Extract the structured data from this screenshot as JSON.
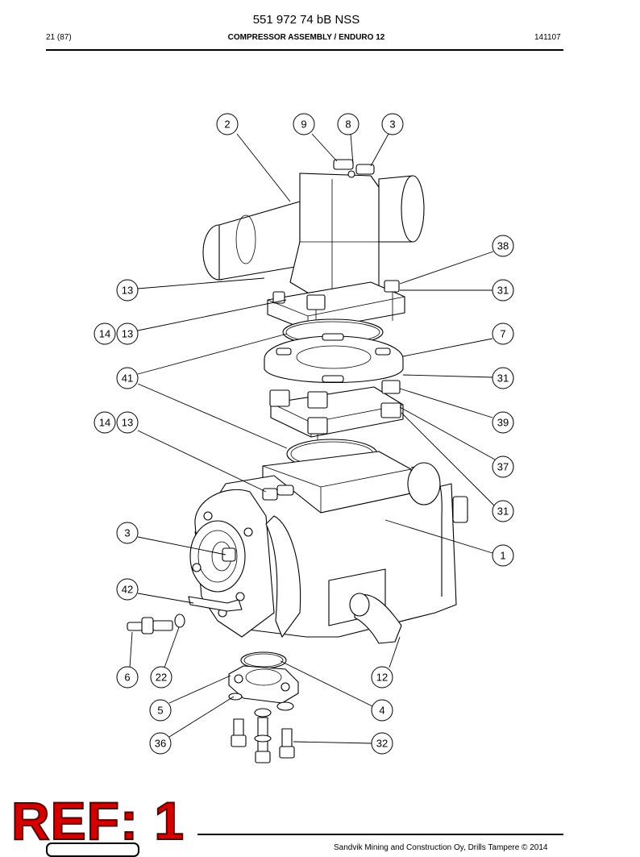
{
  "header": {
    "doc_number": "551 972 74 bB NSS",
    "page": "21 (87)",
    "title": "COMPRESSOR ASSEMBLY / ENDURO 12",
    "date_code": "141107"
  },
  "callouts": {
    "c2": "2",
    "c9": "9",
    "c8": "8",
    "c3_top": "3",
    "c38": "38",
    "c13_a": "13",
    "c31_a": "31",
    "c14_a": "14",
    "c13_b": "13",
    "c7": "7",
    "c41": "41",
    "c31_b": "31",
    "c14_b": "14",
    "c13_c": "13",
    "c39": "39",
    "c37": "37",
    "c31_c": "31",
    "c3_left": "3",
    "c1": "1",
    "c42": "42",
    "c6": "6",
    "c22": "22",
    "c12": "12",
    "c5": "5",
    "c4": "4",
    "c36": "36",
    "c32": "32"
  },
  "stamp": {
    "text": "REF: 1"
  },
  "footer": {
    "text": "Sandvik Mining and Construction Oy, Drills Tampere © 2014"
  }
}
